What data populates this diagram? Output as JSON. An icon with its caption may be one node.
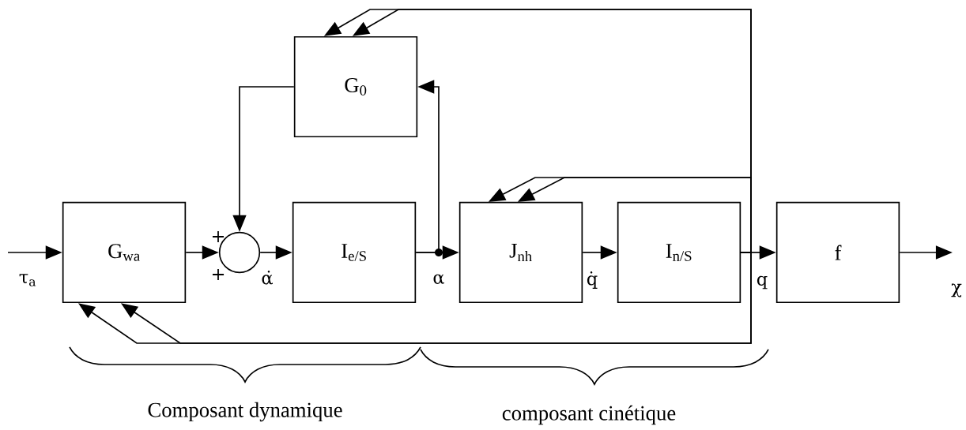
{
  "diagram": {
    "nodes": [
      {
        "text": [
          "G$_{wa}$"
        ]
      },
      {
        "text": [],
        "shape": "circle"
      },
      {
        "text": [
          "I$_{e/S}$"
        ]
      },
      {
        "text": [
          "J$_{nh}$"
        ]
      },
      {
        "text": [
          "I$_{n/S}$"
        ]
      },
      {
        "text": [
          "f"
        ]
      },
      {
        "text": [
          "G$_{0}$"
        ]
      }
    ],
    "edges": [
      {
        "from": null,
        "to": 0,
        "arrow": "to"
      },
      {
        "from": 0,
        "to": 1,
        "arrow": "to"
      },
      {
        "from": 1,
        "to": 2,
        "arrow": "to"
      },
      {
        "from": 2,
        "to": 3,
        "arrow": "to"
      },
      {
        "from": 2,
        "to": 6,
        "arrow": "to"
      },
      {
        "from": 6,
        "to": 1,
        "arrow": "to"
      },
      {
        "from": 3,
        "to": 4,
        "arrow": "to"
      },
      {
        "from": 4,
        "to": 5,
        "arrow": "to"
      },
      {
        "from": 5,
        "to": null,
        "arrow": "to"
      },
      {
        "from": 4,
        "to": 6,
        "arrow": "to"
      },
      {
        "from": 4,
        "to": 6,
        "arrow": "to"
      },
      {
        "from": 4,
        "to": 3,
        "arrow": "to"
      },
      {
        "from": 4,
        "to": 3,
        "arrow": "to"
      },
      {
        "from": 4,
        "to": 0,
        "arrow": "to"
      },
      {
        "from": 4,
        "to": 0,
        "arrow": "to"
      }
    ],
    "labels": [
      "τ$_{a}$",
      "+",
      "+",
      "α̇",
      "α",
      "q̇",
      "q",
      "χ",
      "Composant dynamique",
      "composant cinétique"
    ]
  }
}
